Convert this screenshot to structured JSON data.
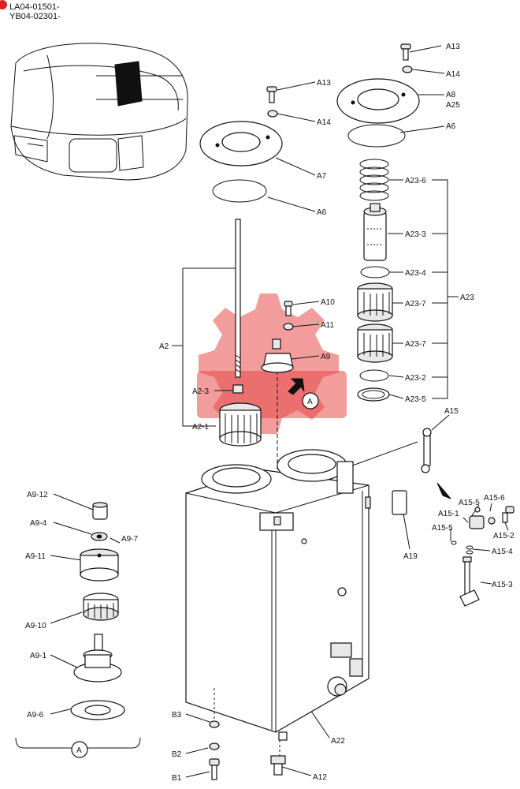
{
  "header": {
    "line1": "LA04-01501-",
    "line2": "YB04-02301-"
  },
  "labels": {
    "A13_top": "A13",
    "A14_top": "A14",
    "A8": "A8",
    "A25": "A25",
    "A6_top": "A6",
    "A13": "A13",
    "A14": "A14",
    "A7": "A7",
    "A6": "A6",
    "A23_6": "A23-6",
    "A23_3": "A23-3",
    "A23_4": "A23-4",
    "A23_7a": "A23-7",
    "A23": "A23",
    "A23_7b": "A23-7",
    "A23_2": "A23-2",
    "A23_5": "A23-5",
    "A10": "A10",
    "A11": "A11",
    "A9": "A9",
    "A2": "A2",
    "A2_3": "A2-3",
    "A2_1": "A2-1",
    "view_marker": "A",
    "A15": "A15",
    "A15_5a": "A15-5",
    "A15_6": "A15-6",
    "A15_1": "A15-1",
    "A15_2": "A15-2",
    "A15_5b": "A15-5",
    "A15_4": "A15-4",
    "A15_3": "A15-3",
    "A19": "A19",
    "A9_12": "A9-12",
    "A9_4": "A9-4",
    "A9_7": "A9-7",
    "A9_11": "A9-11",
    "A9_10": "A9-10",
    "A9_1": "A9-1",
    "A9_6": "A9-6",
    "detail_marker": "A",
    "B3": "B3",
    "B2": "B2",
    "B1": "B1",
    "A22": "A22",
    "A12": "A12"
  },
  "colors": {
    "line": "#111111",
    "watermark": "#e84a4a"
  }
}
